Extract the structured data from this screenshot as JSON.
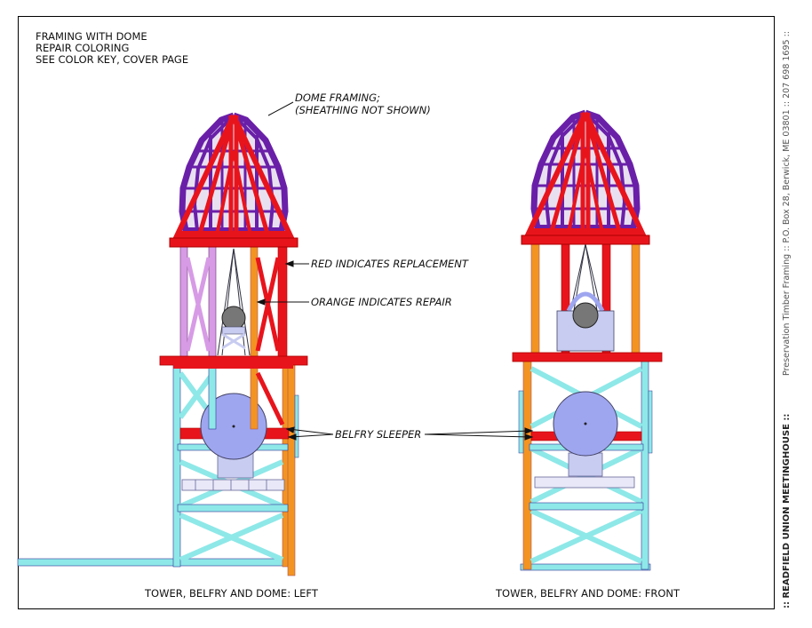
{
  "notes": {
    "line1": "FRAMING WITH DOME",
    "line2": "REPAIR COLORING",
    "line3": "SEE COLOR KEY, COVER PAGE"
  },
  "callouts": {
    "dome_line1": "DOME FRAMING;",
    "dome_line2": "(SHEATHING NOT SHOWN)",
    "red": "RED INDICATES REPLACEMENT",
    "orange": "ORANGE INDICATES REPAIR",
    "sleeper": "BELFRY SLEEPER"
  },
  "captions": {
    "left": "TOWER, BELFRY AND DOME: LEFT",
    "front": "TOWER, BELFRY AND DOME: FRONT"
  },
  "sidebar": {
    "title": "::  READFIELD UNION MEETINGHOUSE  ::",
    "company": "Preservation Timber Framing  ::  P.O. Box 28, Berwick, ME 03801  ::  207 698 1695  ::"
  },
  "colors": {
    "replacement": "#e8141c",
    "repair": "#f39422",
    "dome": "#6a1fa8",
    "existing_tower": "#8ee8e8",
    "existing_belfry": "#d79be6",
    "bell_wheel": "#9fa6f0"
  }
}
